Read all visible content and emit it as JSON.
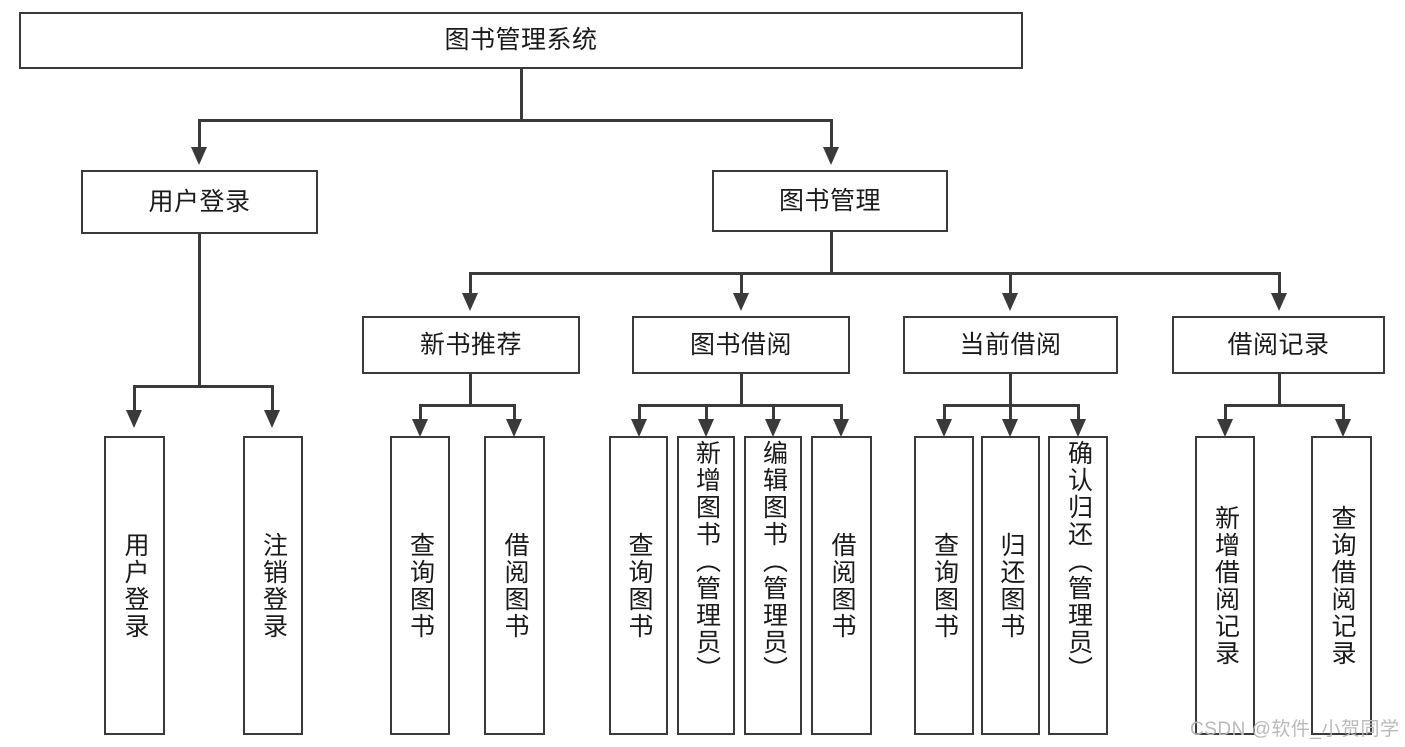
{
  "diagram": {
    "type": "tree-hierarchy-chart",
    "title": "图书管理系统",
    "root": {
      "id": "root",
      "label": "图书管理系统"
    },
    "level1": [
      {
        "id": "user-login",
        "label": "用户登录"
      },
      {
        "id": "book-management",
        "label": "图书管理"
      }
    ],
    "level2": [
      {
        "id": "new-book-recommend",
        "label": "新书推荐",
        "parent": "book-management"
      },
      {
        "id": "book-borrow",
        "label": "图书借阅",
        "parent": "book-management"
      },
      {
        "id": "current-borrow",
        "label": "当前借阅",
        "parent": "book-management"
      },
      {
        "id": "borrow-record",
        "label": "借阅记录",
        "parent": "book-management"
      }
    ],
    "leaves": [
      {
        "id": "leaf-user-login",
        "label": "用户登录",
        "parent": "user-login"
      },
      {
        "id": "leaf-logout",
        "label": "注销登录",
        "parent": "user-login"
      },
      {
        "id": "leaf-query-book-1",
        "label": "查询图书",
        "parent": "new-book-recommend"
      },
      {
        "id": "leaf-borrow-book-1",
        "label": "借阅图书",
        "parent": "new-book-recommend"
      },
      {
        "id": "leaf-query-book-2",
        "label": "查询图书",
        "parent": "book-borrow"
      },
      {
        "id": "leaf-add-book",
        "label": "新增图书（管理员）",
        "parent": "book-borrow"
      },
      {
        "id": "leaf-edit-book",
        "label": "编辑图书（管理员）",
        "parent": "book-borrow"
      },
      {
        "id": "leaf-borrow-book-2",
        "label": "借阅图书",
        "parent": "book-borrow"
      },
      {
        "id": "leaf-query-book-3",
        "label": "查询图书",
        "parent": "current-borrow"
      },
      {
        "id": "leaf-return-book",
        "label": "归还图书",
        "parent": "current-borrow"
      },
      {
        "id": "leaf-confirm-return",
        "label": "确认归还（管理员）",
        "parent": "current-borrow"
      },
      {
        "id": "leaf-add-record",
        "label": "新增借阅记录",
        "parent": "borrow-record"
      },
      {
        "id": "leaf-query-record",
        "label": "查询借阅记录",
        "parent": "borrow-record"
      }
    ],
    "watermark": "CSDN @软件_小贺同学",
    "colors": {
      "border": "#3a3a3a",
      "background": "#ffffff",
      "text": "#1a1a1a",
      "watermark": "#b9b9b9"
    }
  }
}
